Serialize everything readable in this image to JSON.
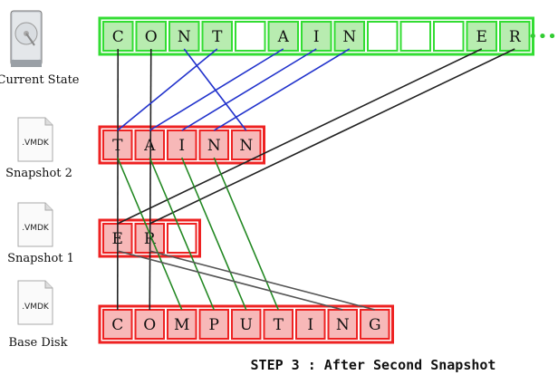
{
  "caption": "STEP 3 : After Second Snapshot",
  "ellipsis": "•••",
  "colors": {
    "green_border": "#33dd33",
    "green_fill": "#b8ecb0",
    "red_border": "#ee2222",
    "red_fill": "#f7b8b8",
    "link_blue": "#2233cc",
    "link_black": "#222222",
    "link_green": "#228822",
    "link_gray": "#555555"
  },
  "disks": [
    {
      "id": "current",
      "label": "Current State",
      "icon": "hard-drive-icon",
      "badge": ""
    },
    {
      "id": "snap2",
      "label": "Snapshot 2",
      "icon": "vmdk-file-icon",
      "badge": ".VMDK"
    },
    {
      "id": "snap1",
      "label": "Snapshot 1",
      "icon": "vmdk-file-icon",
      "badge": ".VMDK"
    },
    {
      "id": "base",
      "label": "Base Disk",
      "icon": "vmdk-file-icon",
      "badge": ".VMDK"
    }
  ],
  "rows": {
    "current": {
      "style": "green",
      "cells": [
        "C",
        "O",
        "N",
        "T",
        "",
        "A",
        "I",
        "N",
        "",
        "",
        "",
        "E",
        "R"
      ]
    },
    "snap2": {
      "style": "red",
      "cells": [
        "T",
        "A",
        "I",
        "N",
        "N"
      ]
    },
    "snap1": {
      "style": "red",
      "cells": [
        "E",
        "R",
        ""
      ]
    },
    "base": {
      "style": "red",
      "cells": [
        "C",
        "O",
        "M",
        "P",
        "U",
        "T",
        "I",
        "N",
        "G"
      ]
    }
  },
  "links": [
    {
      "from": [
        "current",
        0
      ],
      "to": [
        "base",
        0
      ],
      "color": "black"
    },
    {
      "from": [
        "current",
        1
      ],
      "to": [
        "base",
        1
      ],
      "color": "black"
    },
    {
      "from": [
        "current",
        2
      ],
      "to": [
        "snap2",
        4
      ],
      "color": "blue"
    },
    {
      "from": [
        "current",
        3
      ],
      "to": [
        "snap2",
        0
      ],
      "color": "blue"
    },
    {
      "from": [
        "current",
        5
      ],
      "to": [
        "snap2",
        1
      ],
      "color": "blue"
    },
    {
      "from": [
        "current",
        6
      ],
      "to": [
        "snap2",
        2
      ],
      "color": "blue"
    },
    {
      "from": [
        "current",
        7
      ],
      "to": [
        "snap2",
        3
      ],
      "color": "blue"
    },
    {
      "from": [
        "current",
        11
      ],
      "to": [
        "snap1",
        0
      ],
      "color": "black"
    },
    {
      "from": [
        "current",
        12
      ],
      "to": [
        "snap1",
        1
      ],
      "color": "black"
    },
    {
      "from": [
        "snap2",
        0
      ],
      "to": [
        "base",
        2
      ],
      "color": "green"
    },
    {
      "from": [
        "snap2",
        1
      ],
      "to": [
        "base",
        3
      ],
      "color": "green"
    },
    {
      "from": [
        "snap2",
        2
      ],
      "to": [
        "base",
        4
      ],
      "color": "green"
    },
    {
      "from": [
        "snap2",
        3
      ],
      "to": [
        "base",
        5
      ],
      "color": "green"
    },
    {
      "from": [
        "snap1",
        0
      ],
      "to": [
        "base",
        7
      ],
      "color": "gray"
    },
    {
      "from": [
        "snap1",
        1
      ],
      "to": [
        "base",
        8
      ],
      "color": "gray"
    }
  ]
}
